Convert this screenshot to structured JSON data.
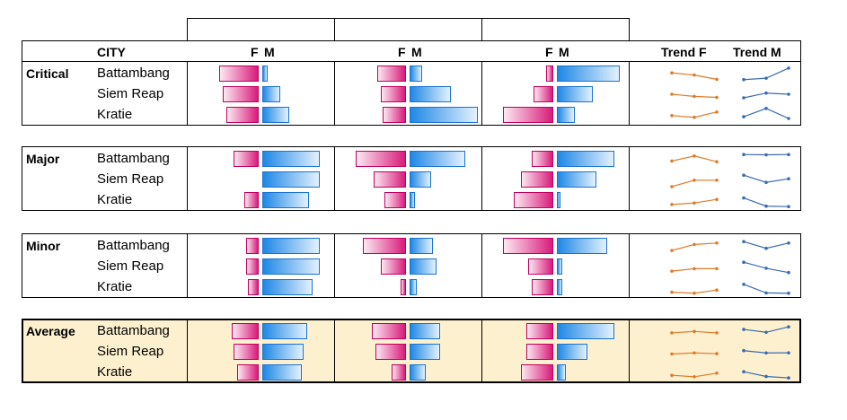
{
  "header": {
    "city_label": "CITY",
    "period_labels": [
      {
        "f": "F",
        "m": "M"
      },
      {
        "f": "F",
        "m": "M"
      },
      {
        "f": "F",
        "m": "M"
      }
    ],
    "trend_f_label": "Trend F",
    "trend_m_label": "Trend M"
  },
  "colors": {
    "female_bar": "#d81b7a",
    "male_bar": "#1e88e5",
    "trend_f": "#e07b2a",
    "trend_m": "#3a6bb0",
    "average_band": "#fdf0cf"
  },
  "chart_data": {
    "type": "bar",
    "subtype": "butterfly (female left / male right) with sparklines",
    "cities": [
      "Battambang",
      "Siem Reap",
      "Kratie"
    ],
    "periods": 3,
    "xlim": [
      0,
      100
    ],
    "groups": [
      {
        "name": "Critical",
        "female": [
          [
            55,
            40,
            10
          ],
          [
            50,
            35,
            28
          ],
          [
            45,
            33,
            70
          ]
        ],
        "male": [
          [
            8,
            18,
            88
          ],
          [
            25,
            58,
            50
          ],
          [
            37,
            95,
            25
          ]
        ],
        "trend_f": [
          [
            55,
            40,
            10
          ],
          [
            50,
            35,
            28
          ],
          [
            45,
            33,
            70
          ]
        ],
        "trend_m": [
          [
            8,
            18,
            88
          ],
          [
            25,
            58,
            50
          ],
          [
            37,
            95,
            25
          ]
        ]
      },
      {
        "name": "Major",
        "female": [
          [
            35,
            70,
            30
          ],
          [
            0,
            45,
            45
          ],
          [
            20,
            30,
            55
          ]
        ],
        "male": [
          [
            80,
            78,
            80
          ],
          [
            80,
            30,
            55
          ],
          [
            65,
            8,
            5
          ]
        ],
        "trend_f": [
          [
            35,
            70,
            30
          ],
          [
            0,
            45,
            45
          ],
          [
            20,
            30,
            55
          ]
        ],
        "trend_m": [
          [
            80,
            78,
            80
          ],
          [
            80,
            30,
            55
          ],
          [
            65,
            8,
            5
          ]
        ]
      },
      {
        "name": "Minor",
        "female": [
          [
            18,
            60,
            70
          ],
          [
            18,
            35,
            35
          ],
          [
            15,
            8,
            30
          ]
        ],
        "male": [
          [
            80,
            33,
            70
          ],
          [
            80,
            38,
            8
          ],
          [
            70,
            10,
            8
          ]
        ],
        "trend_f": [
          [
            18,
            60,
            70
          ],
          [
            18,
            35,
            35
          ],
          [
            15,
            8,
            30
          ]
        ],
        "trend_m": [
          [
            80,
            33,
            70
          ],
          [
            80,
            38,
            8
          ],
          [
            70,
            10,
            8
          ]
        ]
      },
      {
        "name": "Average",
        "female": [
          [
            38,
            48,
            38
          ],
          [
            35,
            42,
            37
          ],
          [
            30,
            20,
            45
          ]
        ],
        "male": [
          [
            62,
            42,
            80
          ],
          [
            58,
            42,
            43
          ],
          [
            55,
            22,
            12
          ]
        ],
        "trend_f": [
          [
            38,
            48,
            38
          ],
          [
            35,
            42,
            37
          ],
          [
            30,
            20,
            45
          ]
        ],
        "trend_m": [
          [
            62,
            42,
            80
          ],
          [
            58,
            42,
            43
          ],
          [
            55,
            22,
            12
          ]
        ]
      }
    ]
  }
}
